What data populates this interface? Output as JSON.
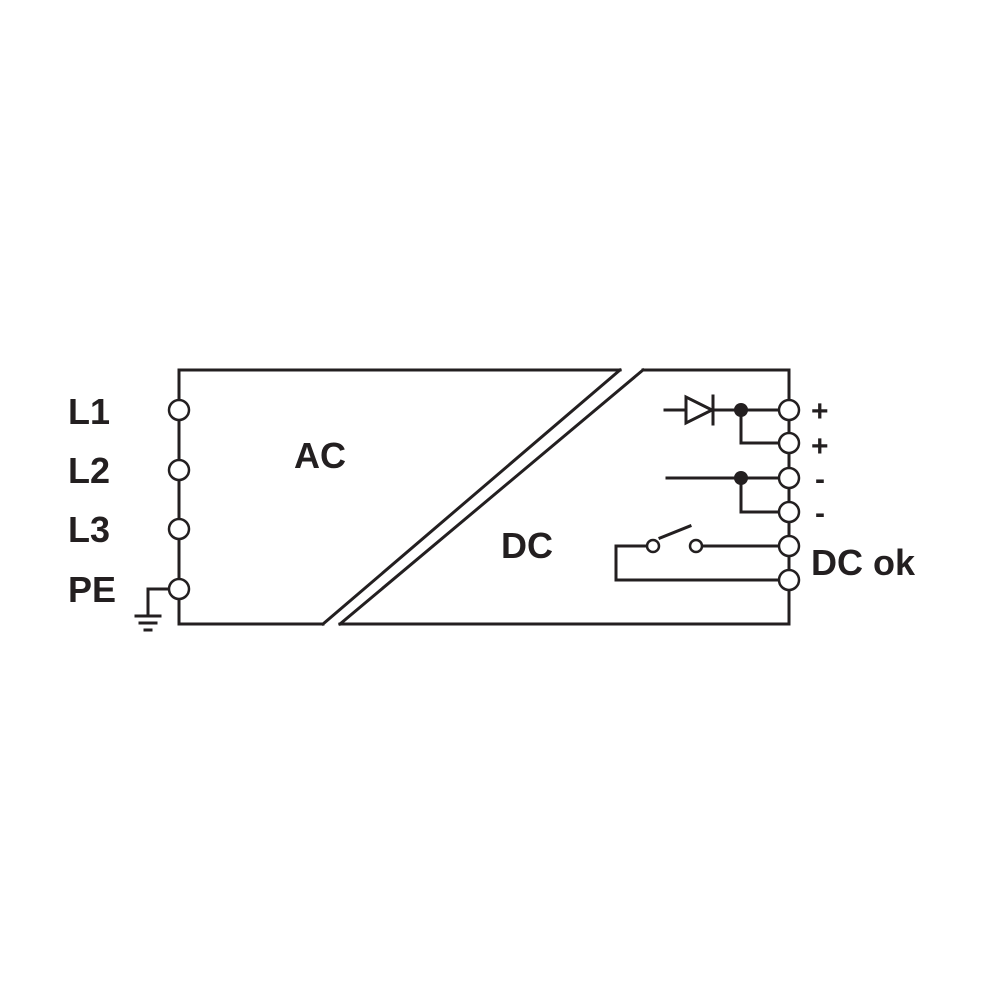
{
  "inputs": {
    "l1": "L1",
    "l2": "L2",
    "l3": "L3",
    "pe": "PE"
  },
  "blocks": {
    "ac": "AC",
    "dc": "DC"
  },
  "outputs": {
    "plus_1": "+",
    "plus_2": "+",
    "minus_1": "-",
    "minus_2": "-",
    "dc_ok": "DC ok"
  },
  "colors": {
    "line": "#231f20",
    "background": "#ffffff"
  }
}
